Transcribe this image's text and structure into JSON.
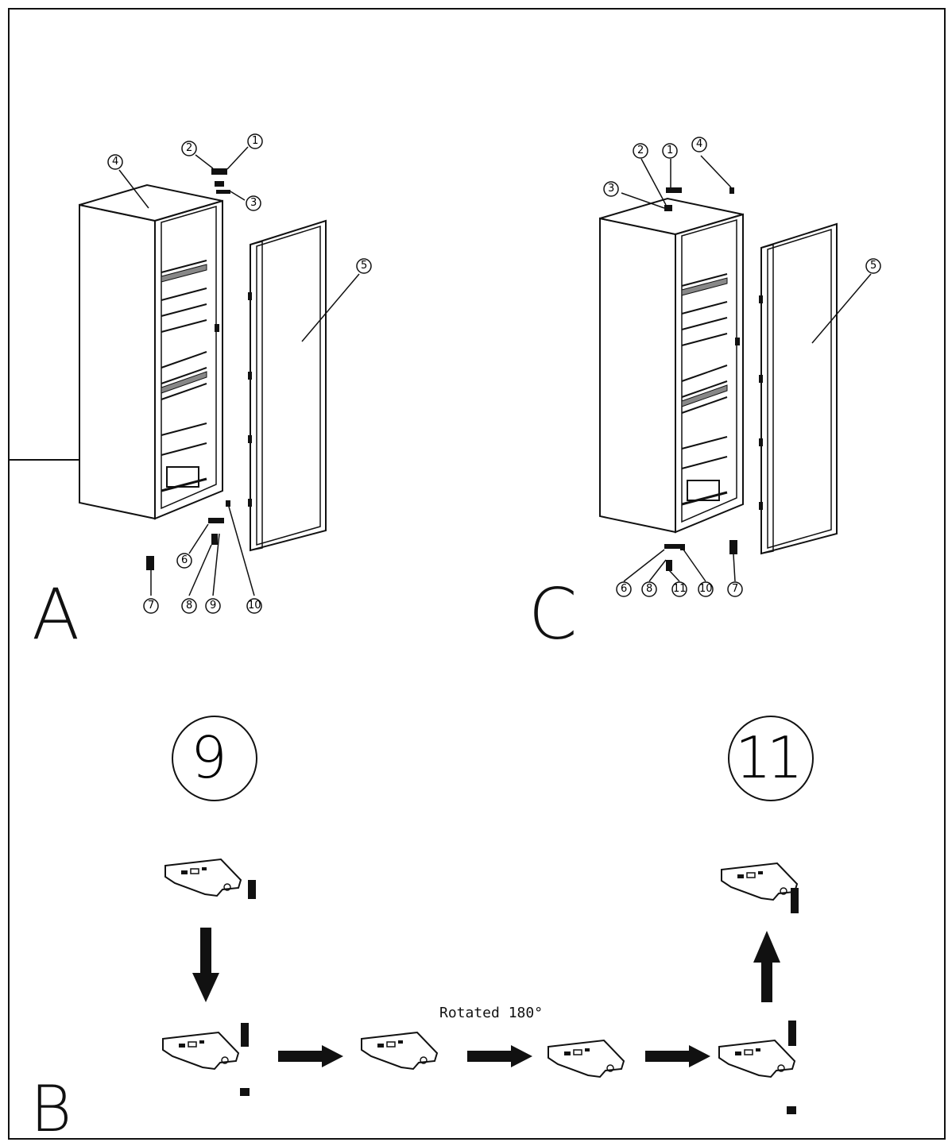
{
  "panels": {
    "a": {
      "letter": "A"
    },
    "b": {
      "letter": "B"
    },
    "c": {
      "letter": "C"
    }
  },
  "callouts_a": [
    "1",
    "2",
    "3",
    "4",
    "5",
    "6",
    "7",
    "8",
    "9",
    "10"
  ],
  "callouts_c": [
    "1",
    "2",
    "3",
    "4",
    "5",
    "6",
    "7",
    "8",
    "11",
    "10"
  ],
  "big_labels": {
    "left": "9",
    "right": "11"
  },
  "rotation_text": "Rotated 180°"
}
